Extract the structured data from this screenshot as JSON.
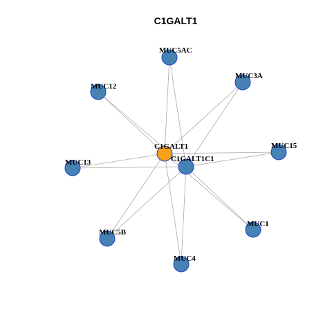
{
  "title": "C1GALT1",
  "colors": {
    "hub": "#F7A11A",
    "node": "#4682B4",
    "node_stroke": "#1F3FC4",
    "edge": "#AAAAAA"
  },
  "nodes": [
    {
      "id": "C1GALT1",
      "label": "C1GALT1",
      "hub": true
    },
    {
      "id": "C1GALT1C1",
      "label": "C1GALT1C1"
    },
    {
      "id": "MUC5AC",
      "label": "MUC5AC"
    },
    {
      "id": "MUC3A",
      "label": "MUC3A"
    },
    {
      "id": "MUC12",
      "label": "MUC12"
    },
    {
      "id": "MUC15",
      "label": "MUC15"
    },
    {
      "id": "MUC13",
      "label": "MUC13"
    },
    {
      "id": "MUC1",
      "label": "MUC1"
    },
    {
      "id": "MUC5B",
      "label": "MUC5B"
    },
    {
      "id": "MUC4",
      "label": "MUC4"
    }
  ],
  "edges": [
    [
      "C1GALT1",
      "C1GALT1C1"
    ],
    [
      "C1GALT1",
      "MUC5AC"
    ],
    [
      "C1GALT1",
      "MUC3A"
    ],
    [
      "C1GALT1",
      "MUC12"
    ],
    [
      "C1GALT1",
      "MUC15"
    ],
    [
      "C1GALT1",
      "MUC13"
    ],
    [
      "C1GALT1",
      "MUC1"
    ],
    [
      "C1GALT1",
      "MUC5B"
    ],
    [
      "C1GALT1",
      "MUC4"
    ],
    [
      "C1GALT1C1",
      "MUC5AC"
    ],
    [
      "C1GALT1C1",
      "MUC3A"
    ],
    [
      "C1GALT1C1",
      "MUC12"
    ],
    [
      "C1GALT1C1",
      "MUC15"
    ],
    [
      "C1GALT1C1",
      "MUC13"
    ],
    [
      "C1GALT1C1",
      "MUC1"
    ],
    [
      "C1GALT1C1",
      "MUC5B"
    ],
    [
      "C1GALT1C1",
      "MUC4"
    ]
  ]
}
